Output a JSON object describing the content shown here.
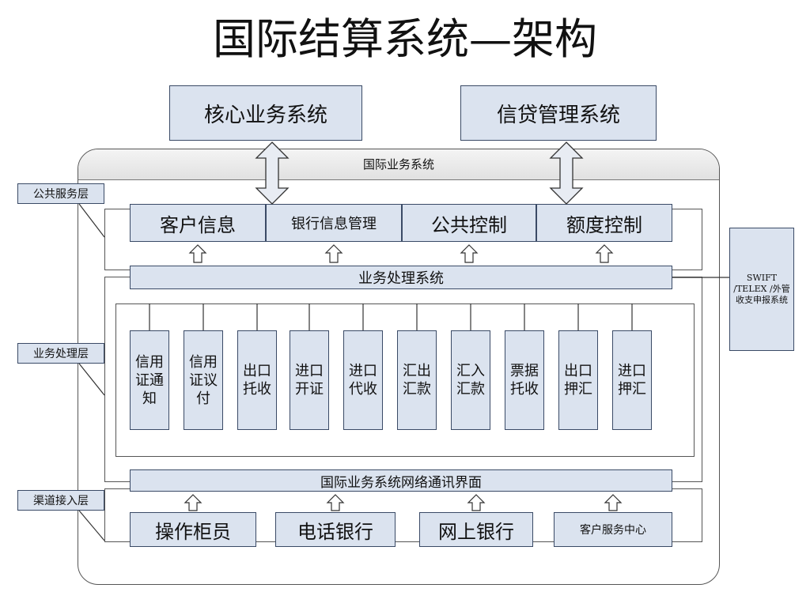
{
  "title": "国际结算系统—架构",
  "top_systems": [
    "核心业务系统",
    "信贷管理系统"
  ],
  "outer_label": "国际业务系统",
  "layer_labels": [
    "公共服务层",
    "业务处理层",
    "渠道接入层"
  ],
  "public_services": [
    "客户信息",
    "银行信息管理",
    "公共控制",
    "额度控制"
  ],
  "business_processing_system": "业务处理系统",
  "business_modules": [
    "信用证通知",
    "信用证议付",
    "出口托收",
    "进口开证",
    "进口代收",
    "汇出汇款",
    "汇入汇款",
    "票据托收",
    "出口押汇",
    "进口押汇"
  ],
  "network_interface": "国际业务系统网络通讯界面",
  "channels": [
    "操作柜员",
    "电话银行",
    "网上银行",
    "客户服务中心"
  ],
  "external_system": "SWIFT /TELEX /外管收支申报系统"
}
